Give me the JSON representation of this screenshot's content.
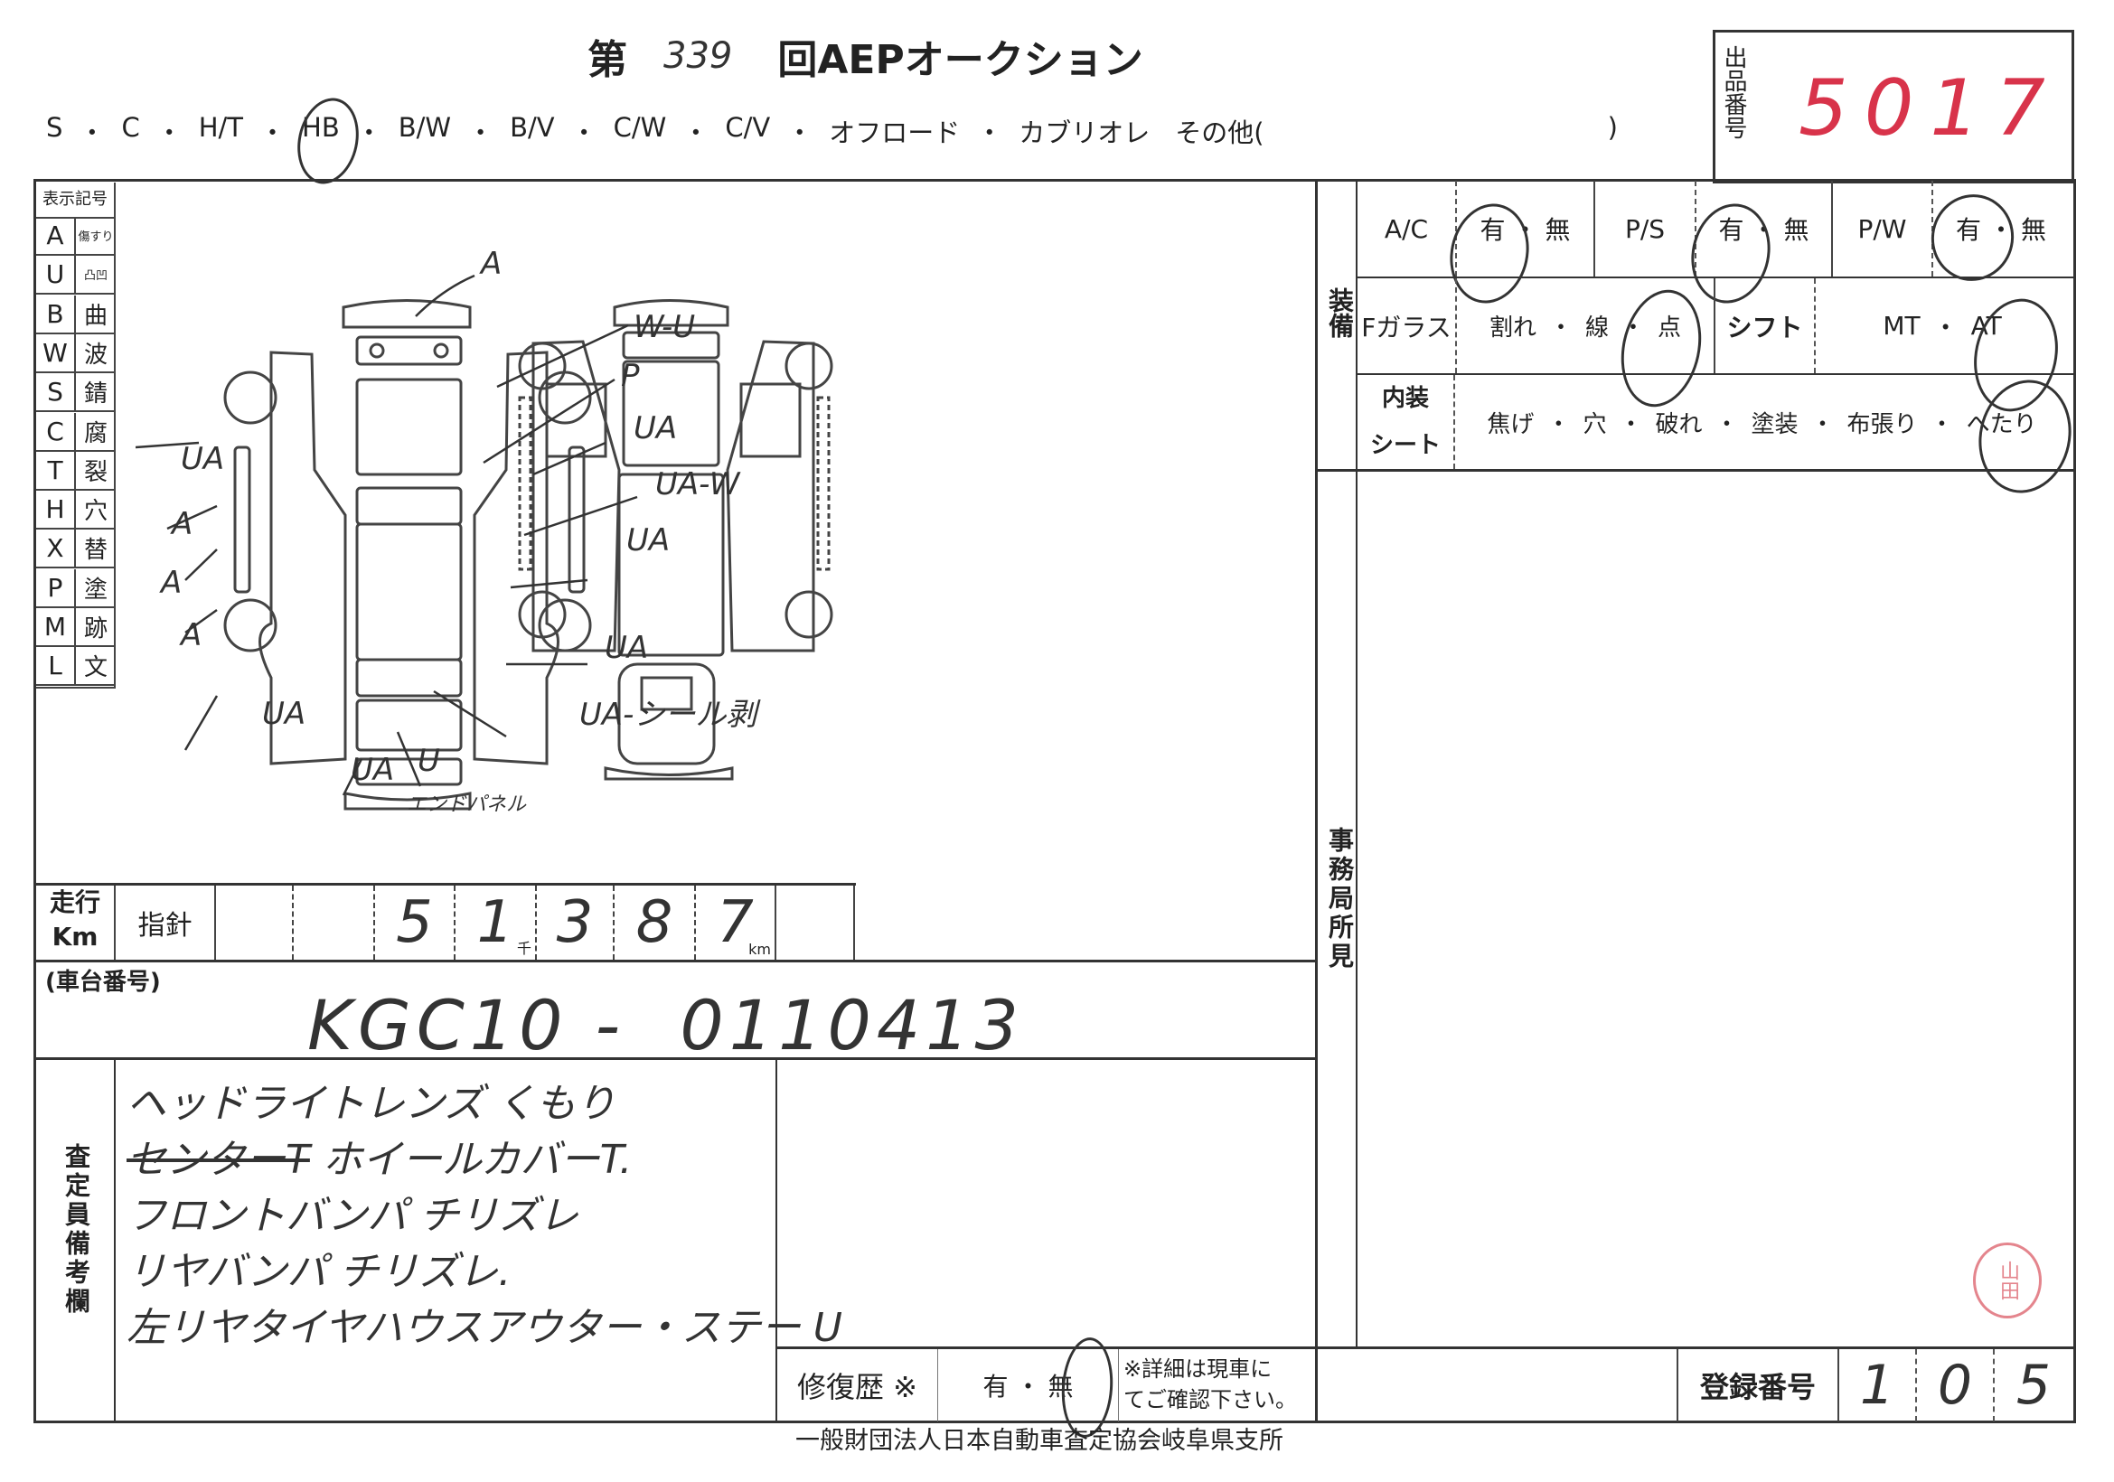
{
  "header": {
    "round_prefix": "第",
    "round_number": "339",
    "round_suffix": "回AEPオークション",
    "lot_label": "出品番号",
    "lot_number": "5017"
  },
  "body_types": {
    "items": [
      "S",
      "C",
      "H/T",
      "HB",
      "B/W",
      "B/V",
      "C/W",
      "C/V",
      "オフロード",
      "カブリオレ"
    ],
    "separator": "・",
    "other_label": "その他(",
    "other_close": ")",
    "selected": "HB"
  },
  "legend": {
    "title": "表示記号",
    "items": [
      {
        "code": "A",
        "meaning": "傷すり"
      },
      {
        "code": "U",
        "meaning": "凸凹"
      },
      {
        "code": "B",
        "meaning": "曲"
      },
      {
        "code": "W",
        "meaning": "波"
      },
      {
        "code": "S",
        "meaning": "錆"
      },
      {
        "code": "C",
        "meaning": "腐"
      },
      {
        "code": "T",
        "meaning": "裂"
      },
      {
        "code": "H",
        "meaning": "穴"
      },
      {
        "code": "X",
        "meaning": "替"
      },
      {
        "code": "P",
        "meaning": "塗"
      },
      {
        "code": "M",
        "meaning": "跡"
      },
      {
        "code": "L",
        "meaning": "文"
      }
    ]
  },
  "damage_annotations": [
    "A",
    "W-U",
    "P",
    "UA",
    "UA-W",
    "UA",
    "UA",
    "UA-シール剥",
    "U",
    "エンドパネル",
    "UA",
    "UA",
    "A",
    "A",
    "A",
    "UA"
  ],
  "equipment": {
    "section_label": "装備",
    "ac": {
      "label": "A/C",
      "yes": "有",
      "no": "無",
      "selected": "有"
    },
    "ps": {
      "label": "P/S",
      "yes": "有",
      "no": "無",
      "selected": "有"
    },
    "pw": {
      "label": "P/W",
      "yes": "有",
      "no": "無",
      "selected": "有"
    },
    "glass": {
      "label": "Fガラス",
      "options": [
        "割れ",
        "線",
        "点"
      ],
      "selected": "点"
    },
    "shift": {
      "label": "シフト",
      "options": [
        "MT",
        "AT"
      ],
      "selected": "AT"
    },
    "interior": {
      "label_1": "内装",
      "label_2": "シート",
      "options": [
        "焦げ",
        "穴",
        "破れ",
        "塗装",
        "布張り",
        "へたり"
      ],
      "selected": "へたり"
    }
  },
  "office": {
    "label": "事務局所見"
  },
  "mileage": {
    "label_1": "走行",
    "label_2": "Km",
    "gauge_label": "指針",
    "digits": [
      "",
      "",
      "5",
      "1",
      "3",
      "8",
      "7",
      ""
    ],
    "thousand_unit": "千",
    "km_unit": "km"
  },
  "chassis": {
    "label": "(車台番号)",
    "value": "KGC10 -  0110413"
  },
  "remarks": {
    "label": "査定員備考欄",
    "lines": [
      "ヘッドライトレンズ くもり",
      "ホイールカバーT.",
      "フロントバンパ チリズレ",
      "リヤバンパ チリズレ.",
      "左リヤタイヤハウスアウター・ステー U"
    ],
    "struck_text": "センターT"
  },
  "repair_history": {
    "label": "修復歴 ※",
    "yes": "有",
    "no": "無",
    "selected": "無",
    "note_1": "※詳細は現車に",
    "note_2": "てご確認下さい。"
  },
  "registration": {
    "label": "登録番号",
    "digits": [
      "1",
      "0",
      "5"
    ]
  },
  "footer": "一般財団法人日本自動車査定協会岐阜県支所",
  "stamp_text": "山田",
  "colors": {
    "ink": "#333333",
    "red_ink": "#d8334a",
    "stamp": "#e0707a"
  }
}
